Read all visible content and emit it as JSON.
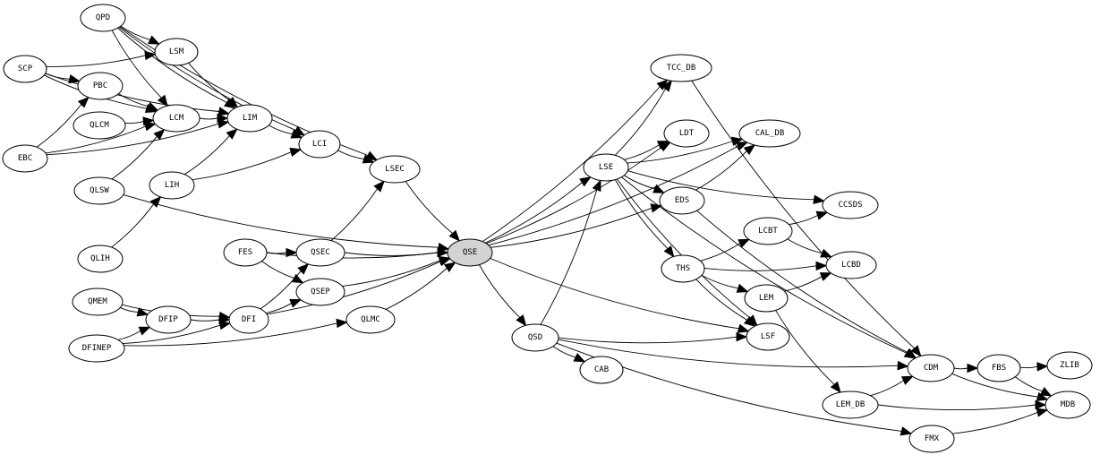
{
  "nodes": [
    {
      "id": "QPD",
      "label": "QPD"
    },
    {
      "id": "LSM",
      "label": "LSM"
    },
    {
      "id": "SCP",
      "label": "SCP"
    },
    {
      "id": "PBC",
      "label": "PBC"
    },
    {
      "id": "LCM",
      "label": "LCM"
    },
    {
      "id": "QLCM",
      "label": "QLCM"
    },
    {
      "id": "LIM",
      "label": "LIM"
    },
    {
      "id": "LCI",
      "label": "LCI"
    },
    {
      "id": "EBC",
      "label": "EBC"
    },
    {
      "id": "LSEC",
      "label": "LSEC"
    },
    {
      "id": "QLSW",
      "label": "QLSW"
    },
    {
      "id": "LIH",
      "label": "LIH"
    },
    {
      "id": "QLIH",
      "label": "QLIH"
    },
    {
      "id": "FES",
      "label": "FES"
    },
    {
      "id": "QSEC",
      "label": "QSEC"
    },
    {
      "id": "QSEP",
      "label": "QSEP"
    },
    {
      "id": "QSE",
      "label": "QSE",
      "highlight": true
    },
    {
      "id": "QMEM",
      "label": "QMEM"
    },
    {
      "id": "DFIP",
      "label": "DFIP"
    },
    {
      "id": "DFI",
      "label": "DFI"
    },
    {
      "id": "QLMC",
      "label": "QLMC"
    },
    {
      "id": "DFINEP",
      "label": "DFINEP"
    },
    {
      "id": "QSD",
      "label": "QSD"
    },
    {
      "id": "CAB",
      "label": "CAB"
    },
    {
      "id": "TCC_DB",
      "label": "TCC_DB"
    },
    {
      "id": "LDT",
      "label": "LDT"
    },
    {
      "id": "CAL_DB",
      "label": "CAL_DB"
    },
    {
      "id": "LSE",
      "label": "LSE"
    },
    {
      "id": "EDS",
      "label": "EDS"
    },
    {
      "id": "CCSDS",
      "label": "CCSDS"
    },
    {
      "id": "LCBT",
      "label": "LCBT"
    },
    {
      "id": "LCBD",
      "label": "LCBD"
    },
    {
      "id": "THS",
      "label": "THS"
    },
    {
      "id": "LEM",
      "label": "LEM"
    },
    {
      "id": "LSF",
      "label": "LSF"
    },
    {
      "id": "CDM",
      "label": "CDM"
    },
    {
      "id": "FBS",
      "label": "FBS"
    },
    {
      "id": "ZLIB",
      "label": "ZLIB"
    },
    {
      "id": "LEM_DB",
      "label": "LEM_DB"
    },
    {
      "id": "MDB",
      "label": "MDB"
    },
    {
      "id": "FMX",
      "label": "FMX"
    }
  ],
  "edges": [
    [
      "QPD",
      "LSM"
    ],
    [
      "QPD",
      "LCM"
    ],
    [
      "QPD",
      "LIM"
    ],
    [
      "QPD",
      "LCI"
    ],
    [
      "QPD",
      "LSEC"
    ],
    [
      "SCP",
      "LSM"
    ],
    [
      "SCP",
      "PBC"
    ],
    [
      "SCP",
      "LCM"
    ],
    [
      "SCP",
      "LIM"
    ],
    [
      "PBC",
      "LCM"
    ],
    [
      "EBC",
      "PBC"
    ],
    [
      "EBC",
      "LCM"
    ],
    [
      "EBC",
      "LIM"
    ],
    [
      "QLCM",
      "LCM"
    ],
    [
      "LCM",
      "LIM"
    ],
    [
      "LSM",
      "LIM"
    ],
    [
      "LIM",
      "LCI"
    ],
    [
      "LIH",
      "LIM"
    ],
    [
      "LIH",
      "LCI"
    ],
    [
      "QLSW",
      "LCM"
    ],
    [
      "QLSW",
      "QSE"
    ],
    [
      "QLIH",
      "LIH"
    ],
    [
      "LCI",
      "LSEC"
    ],
    [
      "LSEC",
      "QSE"
    ],
    [
      "FES",
      "QSEC"
    ],
    [
      "FES",
      "QSEP"
    ],
    [
      "FES",
      "QSE"
    ],
    [
      "QSEC",
      "LSEC"
    ],
    [
      "QSEC",
      "QSE"
    ],
    [
      "QSEP",
      "QSE"
    ],
    [
      "QMEM",
      "DFIP"
    ],
    [
      "QMEM",
      "DFI"
    ],
    [
      "DFIP",
      "DFI"
    ],
    [
      "DFINEP",
      "DFIP"
    ],
    [
      "DFINEP",
      "DFI"
    ],
    [
      "DFINEP",
      "QLMC"
    ],
    [
      "DFI",
      "QSEC"
    ],
    [
      "DFI",
      "QSEP"
    ],
    [
      "DFI",
      "QSE"
    ],
    [
      "QLMC",
      "QSE"
    ],
    [
      "QSE",
      "QSD"
    ],
    [
      "QSE",
      "LSE"
    ],
    [
      "QSE",
      "TCC_DB"
    ],
    [
      "QSE",
      "LDT"
    ],
    [
      "QSE",
      "CAL_DB"
    ],
    [
      "QSE",
      "EDS"
    ],
    [
      "QSE",
      "LSF"
    ],
    [
      "QSD",
      "LSE"
    ],
    [
      "QSD",
      "LSF"
    ],
    [
      "QSD",
      "CAB"
    ],
    [
      "QSD",
      "CDM"
    ],
    [
      "QSD",
      "FMX"
    ],
    [
      "LSE",
      "TCC_DB"
    ],
    [
      "LSE",
      "LDT"
    ],
    [
      "LSE",
      "CAL_DB"
    ],
    [
      "LSE",
      "EDS"
    ],
    [
      "LSE",
      "CCSDS"
    ],
    [
      "LSE",
      "THS"
    ],
    [
      "LSE",
      "LSF"
    ],
    [
      "LSE",
      "CDM"
    ],
    [
      "EDS",
      "CAL_DB"
    ],
    [
      "EDS",
      "CDM"
    ],
    [
      "TCC_DB",
      "CDM"
    ],
    [
      "THS",
      "LCBT"
    ],
    [
      "THS",
      "LCBD"
    ],
    [
      "THS",
      "LEM"
    ],
    [
      "THS",
      "LSF"
    ],
    [
      "LCBT",
      "CCSDS"
    ],
    [
      "LCBT",
      "LCBD"
    ],
    [
      "LEM",
      "LCBD"
    ],
    [
      "LEM",
      "LEM_DB"
    ],
    [
      "LEM_DB",
      "CDM"
    ],
    [
      "LEM_DB",
      "MDB"
    ],
    [
      "CDM",
      "FBS"
    ],
    [
      "CDM",
      "MDB"
    ],
    [
      "FBS",
      "ZLIB"
    ],
    [
      "FBS",
      "MDB"
    ],
    [
      "FMX",
      "MDB"
    ]
  ]
}
